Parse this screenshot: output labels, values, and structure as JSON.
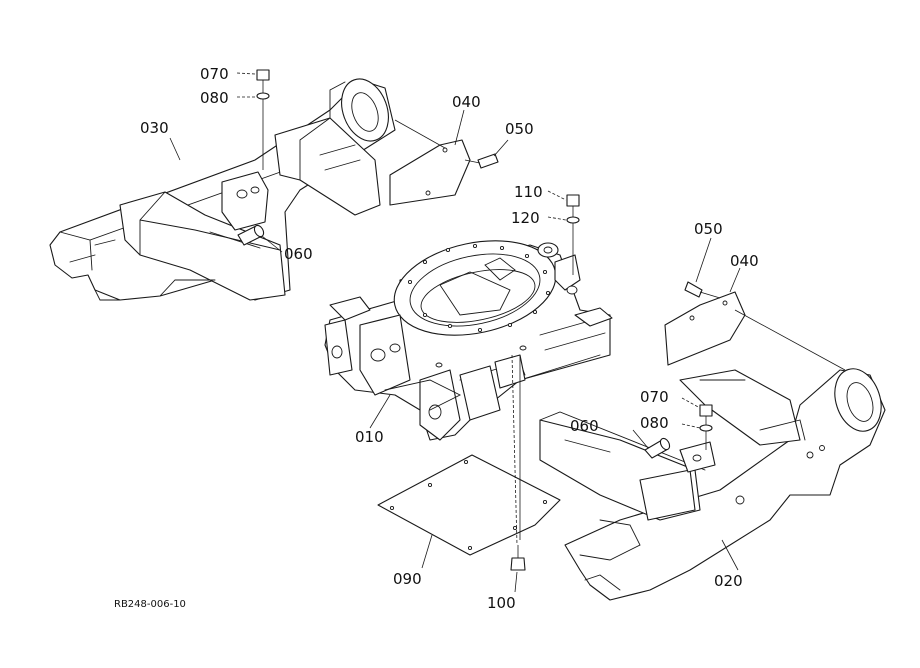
{
  "callouts": {
    "c070a": "070",
    "c080a": "080",
    "c030": "030",
    "c040a": "040",
    "c050a": "050",
    "c060a": "060",
    "c110": "110",
    "c120": "120",
    "c050b": "050",
    "c040b": "040",
    "c010": "010",
    "c070b": "070",
    "c080b": "080",
    "c060b": "060",
    "c090": "090",
    "c100": "100",
    "c020": "020"
  },
  "reference_code": "RB248-006-10"
}
